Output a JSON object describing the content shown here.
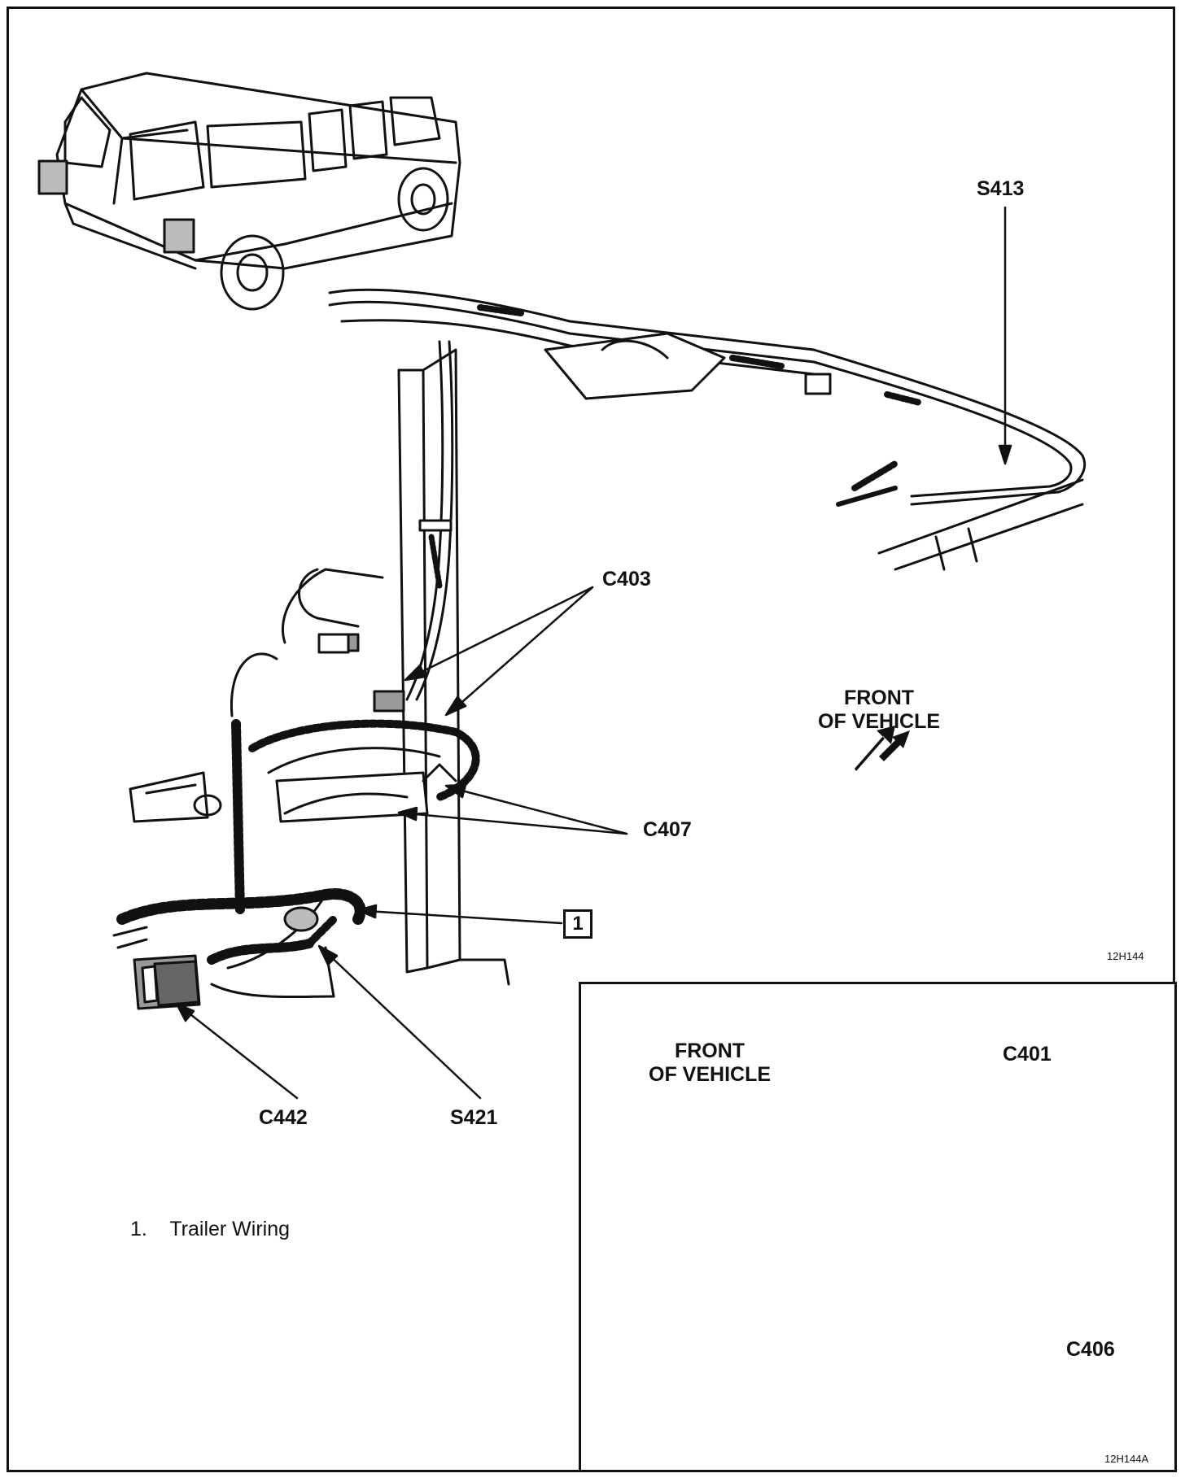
{
  "labels": {
    "s413": "S413",
    "c403": "C403",
    "c407": "C407",
    "c442": "C442",
    "s421": "S421",
    "callout_number": "1",
    "front_of_vehicle_line1": "FRONT",
    "front_of_vehicle_line2": "OF VEHICLE",
    "figure_id_main": "12H144"
  },
  "legend": {
    "items": [
      {
        "number": "1.",
        "text": "Trailer Wiring"
      }
    ]
  },
  "inset": {
    "labels": {
      "c401": "C401",
      "c406": "C406",
      "front_of_vehicle_line1": "FRONT",
      "front_of_vehicle_line2": "OF VEHICLE",
      "figure_id": "12H144A"
    }
  }
}
